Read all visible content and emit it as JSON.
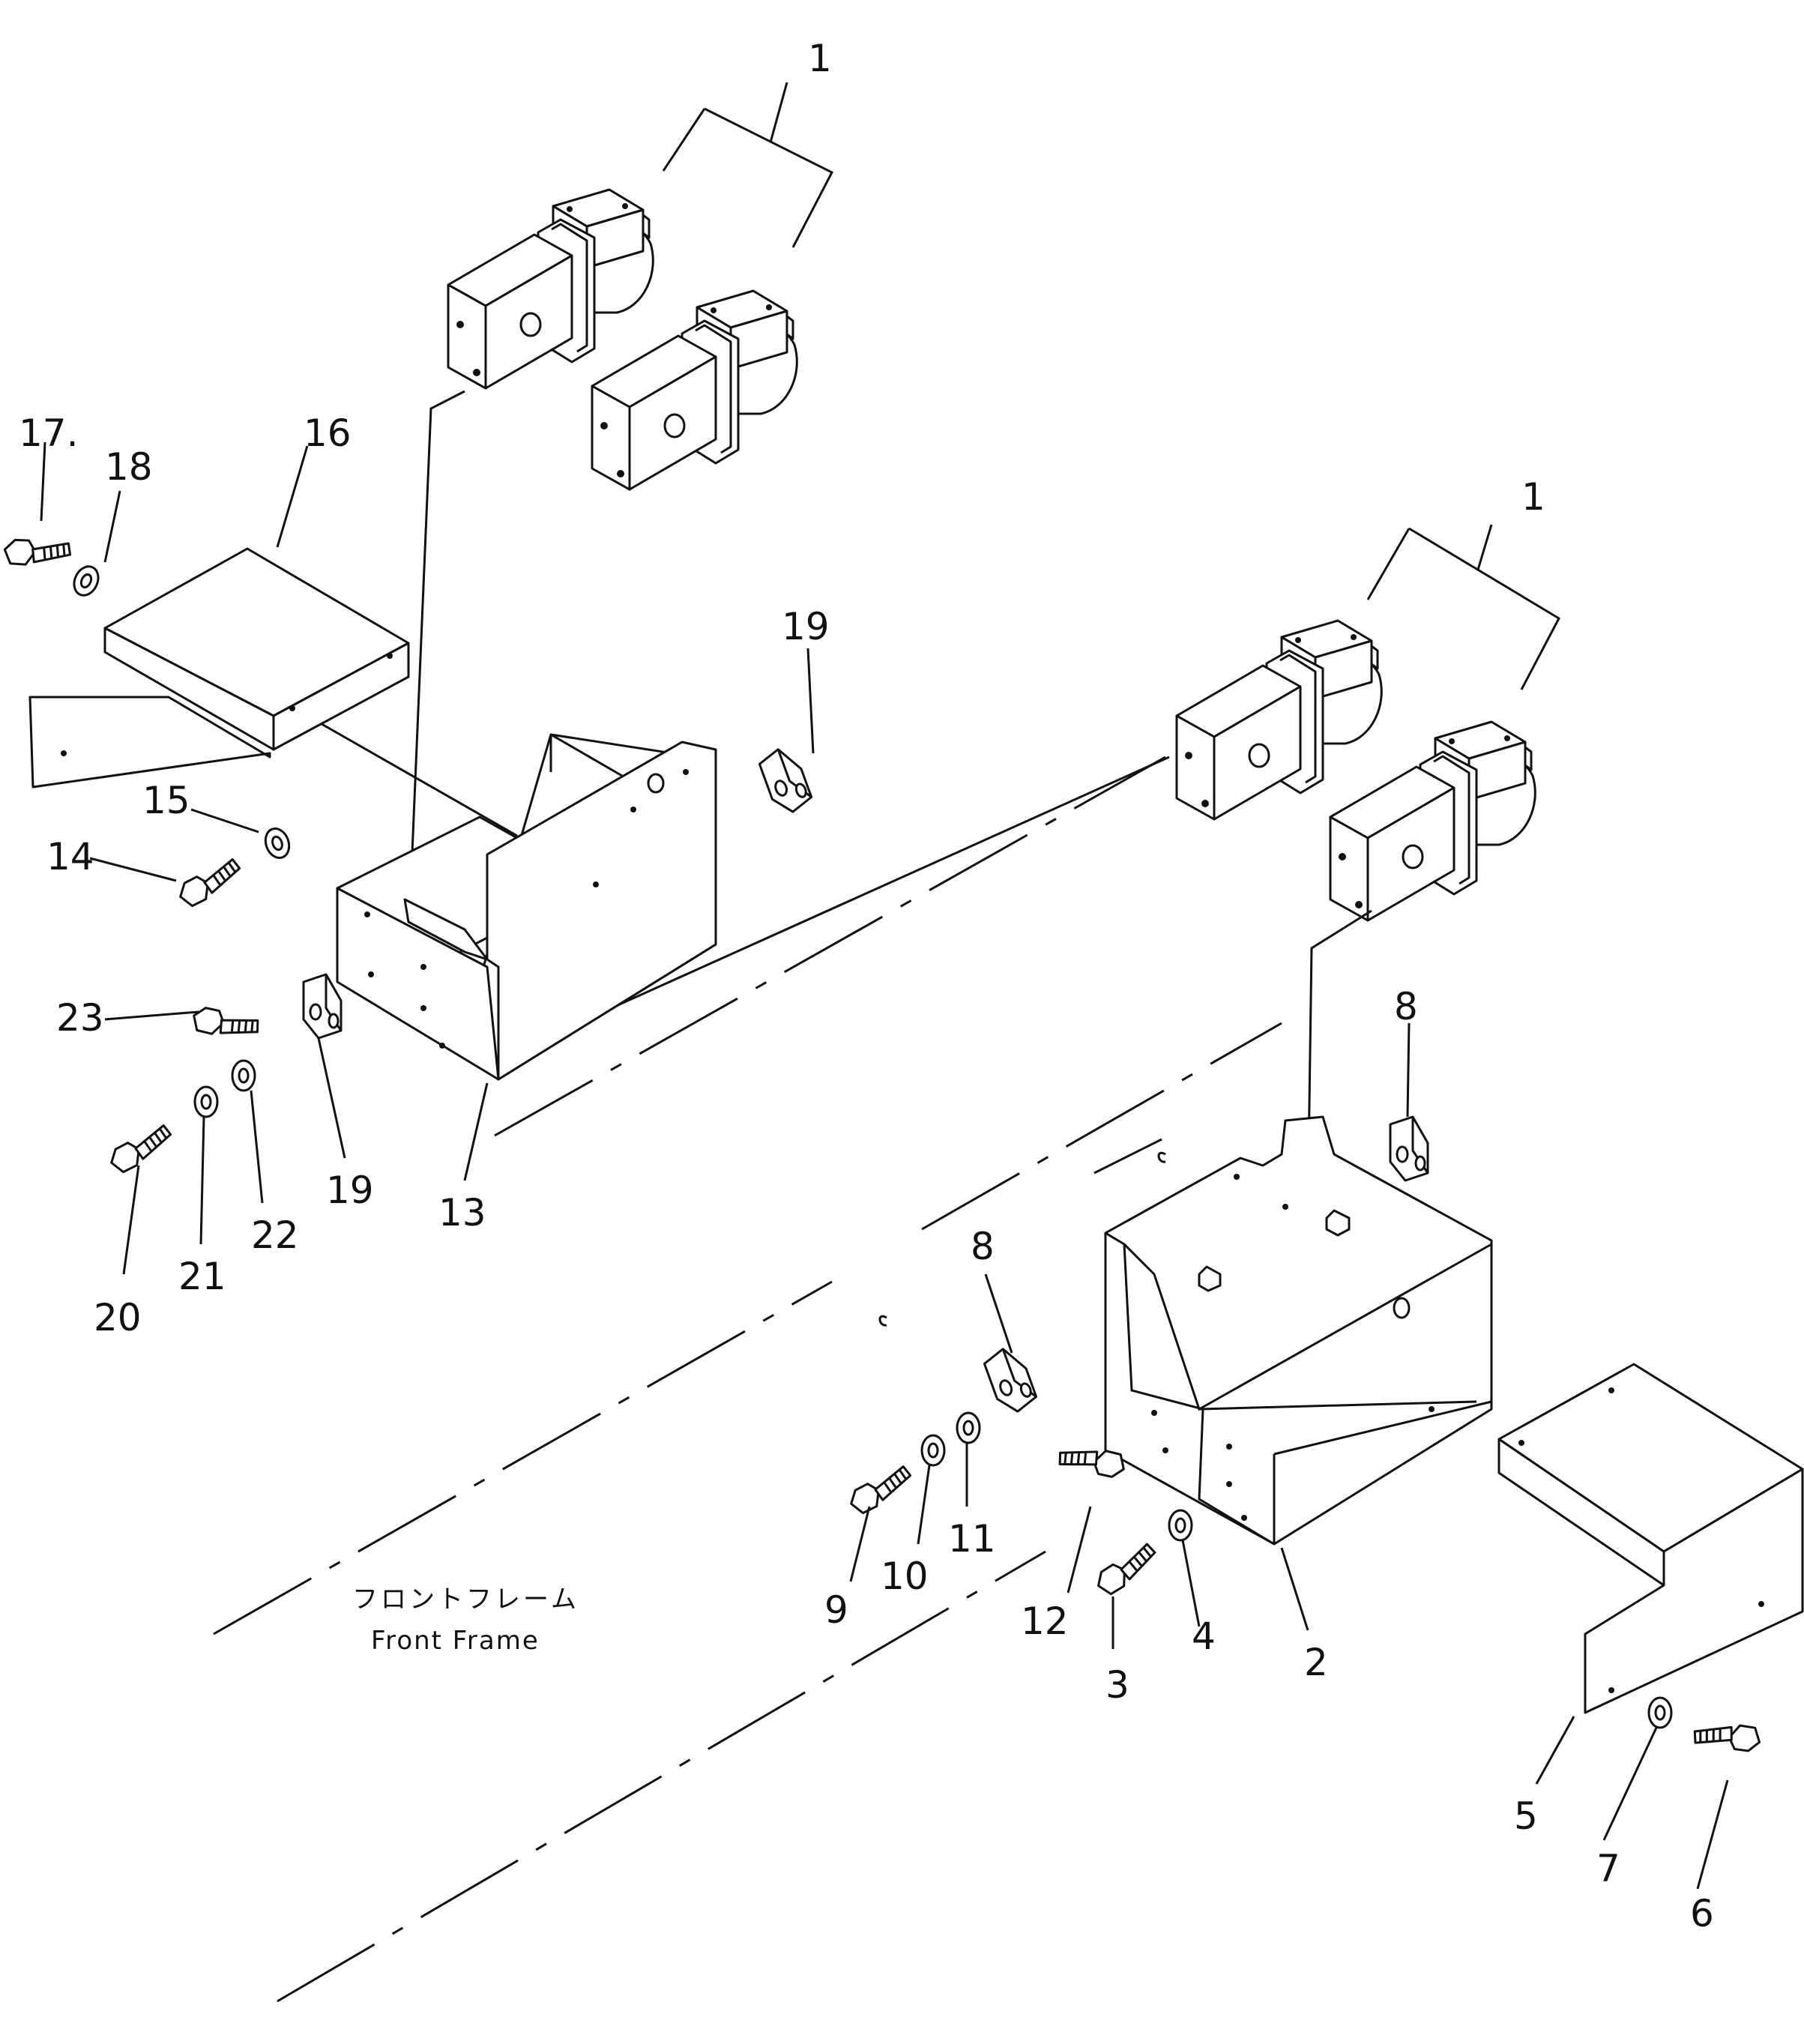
{
  "frame_label": {
    "japanese": "フロントフレーム",
    "english": "Front Frame"
  },
  "callouts": {
    "c1a": "1",
    "c1b": "1",
    "c2": "2",
    "c3": "3",
    "c4": "4",
    "c5": "5",
    "c6": "6",
    "c7": "7",
    "c8a": "8",
    "c8b": "8",
    "c9": "9",
    "c10": "10",
    "c11": "11",
    "c12": "12",
    "c13": "13",
    "c14": "14",
    "c15": "15",
    "c16": "16",
    "c17": "17.",
    "c18": "18",
    "c19a": "19",
    "c19b": "19",
    "c20": "20",
    "c21": "21",
    "c22": "22",
    "c23": "23"
  },
  "colors": {
    "ink": "#111111",
    "paper": "#ffffff"
  }
}
